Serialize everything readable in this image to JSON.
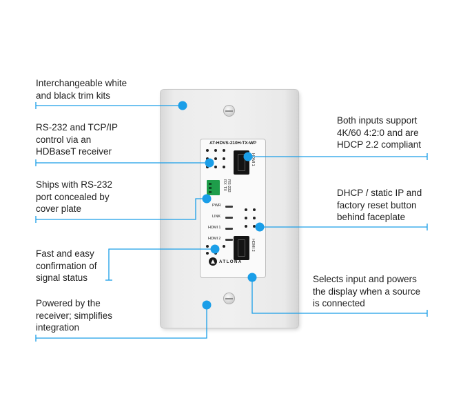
{
  "device": {
    "model": "AT-HDVS-210H-TX-WP",
    "port_labels": {
      "hdmi1": "HDMI 1",
      "hdmi2": "HDMI 2",
      "rs232": "RS-232",
      "rx": "RX",
      "tx": "TX"
    },
    "led_labels": {
      "pwr": "PWR",
      "link": "LINK",
      "hdmi1": "HDMI 1",
      "hdmi2": "HDMI 2"
    },
    "brand": "ATLONA"
  },
  "callouts": [
    {
      "id": "trim-kits",
      "lines": [
        "Interchangeable white",
        "and black trim kits"
      ]
    },
    {
      "id": "rs232-control",
      "lines": [
        "RS-232 and TCP/IP",
        "control via an",
        "HDBaseT receiver"
      ]
    },
    {
      "id": "rs232-port",
      "lines": [
        "Ships with RS-232",
        "port concealed by",
        "cover plate"
      ]
    },
    {
      "id": "signal-status",
      "lines": [
        "Fast and easy",
        "confirmation of",
        "signal status"
      ]
    },
    {
      "id": "powered",
      "lines": [
        "Powered by the",
        "receiver; simplifies",
        "integration"
      ]
    },
    {
      "id": "inputs",
      "lines": [
        "Both inputs support",
        "4K/60 4:2:0 and are",
        "HDCP 2.2 compliant"
      ]
    },
    {
      "id": "dhcp",
      "lines": [
        "DHCP / static IP and",
        "factory reset button",
        "behind faceplate"
      ]
    },
    {
      "id": "auto-switch",
      "lines": [
        "Selects input and powers",
        "the display when a source",
        "is connected"
      ]
    }
  ],
  "colors": {
    "accent": "#1a9ee8",
    "text": "#1e1e1e",
    "plate": "#eeeeee",
    "terminal": "#1e9d4a"
  }
}
